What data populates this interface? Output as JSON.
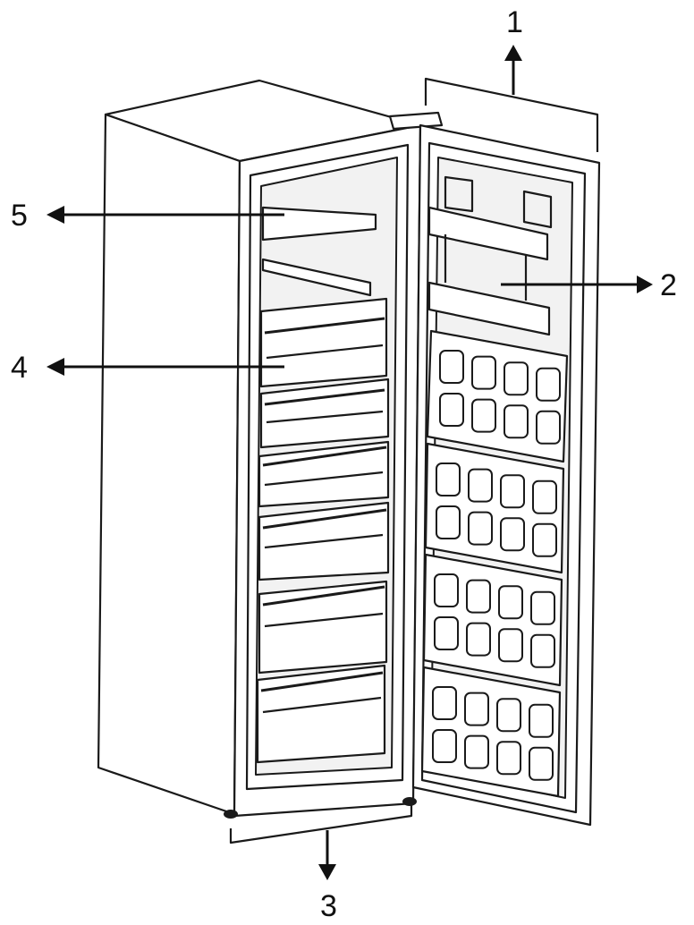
{
  "callouts": [
    {
      "id": "1",
      "label": "1"
    },
    {
      "id": "2",
      "label": "2"
    },
    {
      "id": "3",
      "label": "3"
    },
    {
      "id": "4",
      "label": "4"
    },
    {
      "id": "5",
      "label": "5"
    }
  ],
  "colors": {
    "line": "#1a1a1a",
    "background": "#ffffff",
    "panel": "#f2f2f2"
  }
}
